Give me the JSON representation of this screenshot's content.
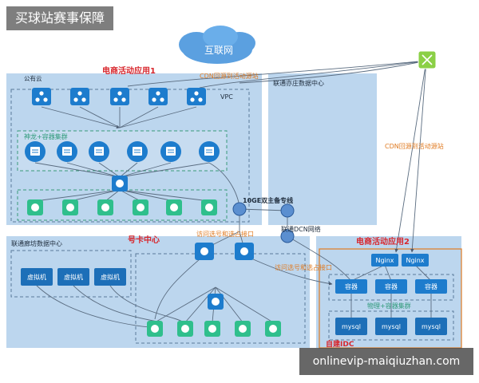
{
  "badge": "买球站赛事保障",
  "watermark": "onlinevip-maiqiuzhan.com",
  "labels": {
    "internet": "互联网",
    "public_cloud": "公有云",
    "vpc": "VPC",
    "app1": "电商活动应用1",
    "cdn_top": "CDN回源到活动源站",
    "yizhuang": "联通亦庄数据中心",
    "cluster1": "神龙+容器集群",
    "cdn_right": "CDN回源到活动源站",
    "line_10ge": "10GE双主备专线",
    "dcn": "联通DCN网络",
    "langfang": "联通廊坊数据中心",
    "number_center": "号卡中心",
    "access1": "访问选号和选占接口",
    "access2": "访问选号和选占接口",
    "app2": "电商活动应用2",
    "cluster2": "物理+容器集群",
    "self_idc": "自建IDC"
  },
  "vms": [
    "虚拟机",
    "虚拟机",
    "虚拟机"
  ],
  "nginx": [
    "Nginx",
    "Nginx"
  ],
  "containers": [
    "容器",
    "容器",
    "容器"
  ],
  "mysql": [
    "mysql",
    "mysql",
    "mysql"
  ],
  "colors": {
    "bg_blue": "#bdd7ef",
    "panel": "#c8dcf0",
    "icon_dark": "#1d7ccd",
    "icon_green": "#2fbf8c",
    "label_red": "#d8272d",
    "label_orange": "#e07b22",
    "line": "#5a6c80",
    "cloud": "#5ba0e0",
    "router": "#8bd046"
  }
}
